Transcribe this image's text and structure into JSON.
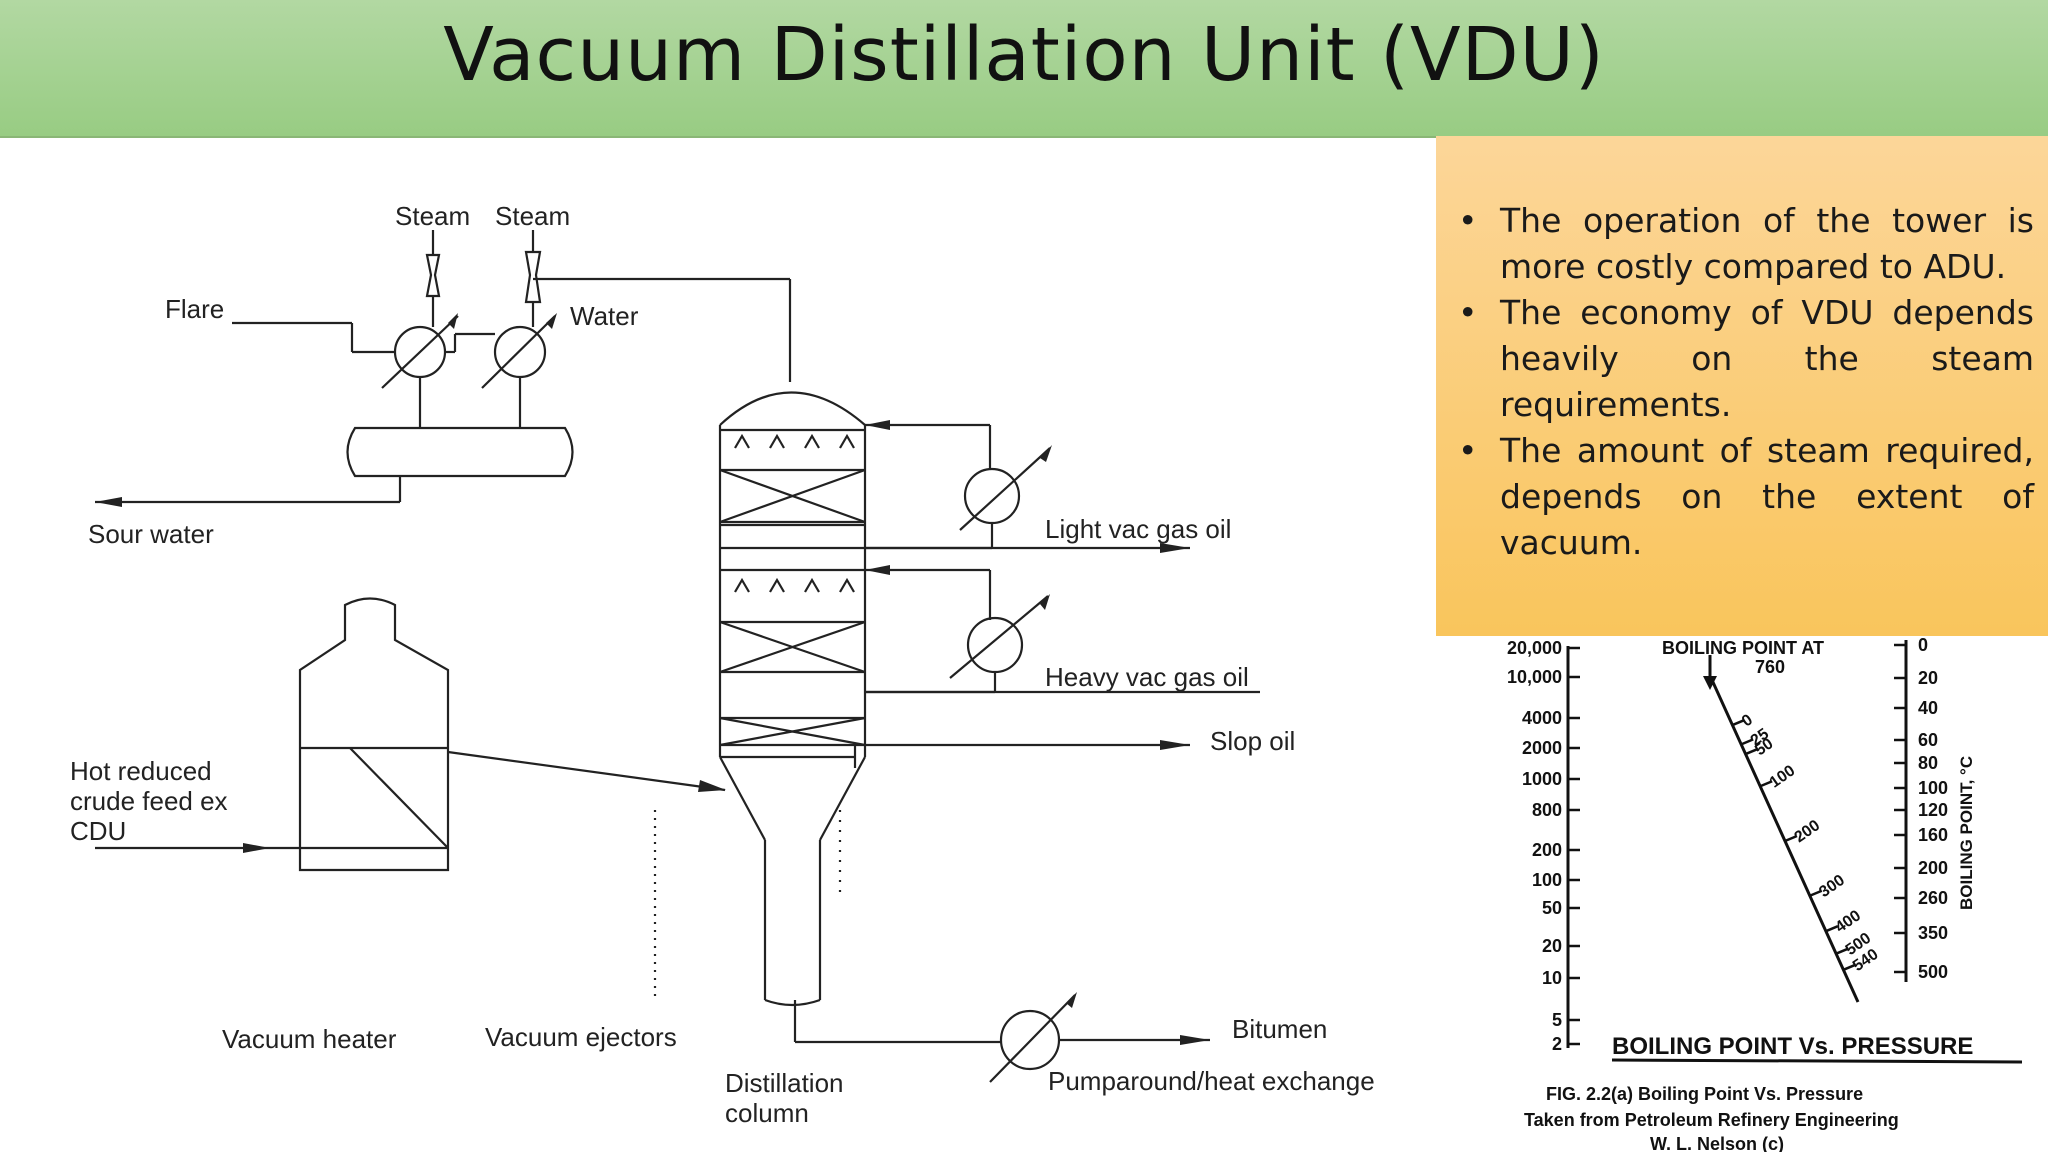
{
  "title": "Vacuum Distillation Unit (VDU)",
  "notes": [
    "The operation of the tower is more costly compared to ADU.",
    "The economy of VDU depends heavily on the steam requirements.",
    "The amount of steam required, depends on the extent of vacuum."
  ],
  "diagram": {
    "steam_1": "Steam",
    "steam_2": "Steam",
    "flare": "Flare",
    "water": "Water",
    "sour_water": "Sour water",
    "light_vac_gas_oil": "Light vac gas oil",
    "heavy_vac_gas_oil": "Heavy vac gas oil",
    "slop_oil": "Slop oil",
    "feed_line1": "Hot reduced",
    "feed_line2": "crude feed ex",
    "feed_line3": "CDU",
    "vacuum_heater": "Vacuum heater",
    "vacuum_ejectors": "Vacuum ejectors",
    "distillation_line1": "Distillation",
    "distillation_line2": "column",
    "bitumen": "Bitumen",
    "pumparound": "Pumparound/heat exchange"
  },
  "nomograph": {
    "left_scale": [
      "20,000",
      "10,000",
      "4000",
      "2000",
      "1000",
      "800",
      "200",
      "100",
      "50",
      "20",
      "10",
      "5",
      "2"
    ],
    "middle_label_line1": "BOILING POINT AT",
    "middle_label_line2": "760",
    "middle_scale": [
      "0",
      "25",
      "50",
      "100",
      "200",
      "300",
      "400",
      "500",
      "540"
    ],
    "right_scale": [
      "0",
      "20",
      "40",
      "60",
      "80",
      "100",
      "120",
      "160",
      "200",
      "260",
      "350",
      "500"
    ],
    "right_axis_label": "BOILING POINT, °C",
    "heading": "BOILING POINT Vs. PRESSURE",
    "caption_line1": "FIG. 2.2(a)  Boiling Point Vs. Pressure",
    "caption_line2": "Taken from Petroleum Refinery Engineering",
    "caption_line3": "W. L. Nelson (c)"
  }
}
